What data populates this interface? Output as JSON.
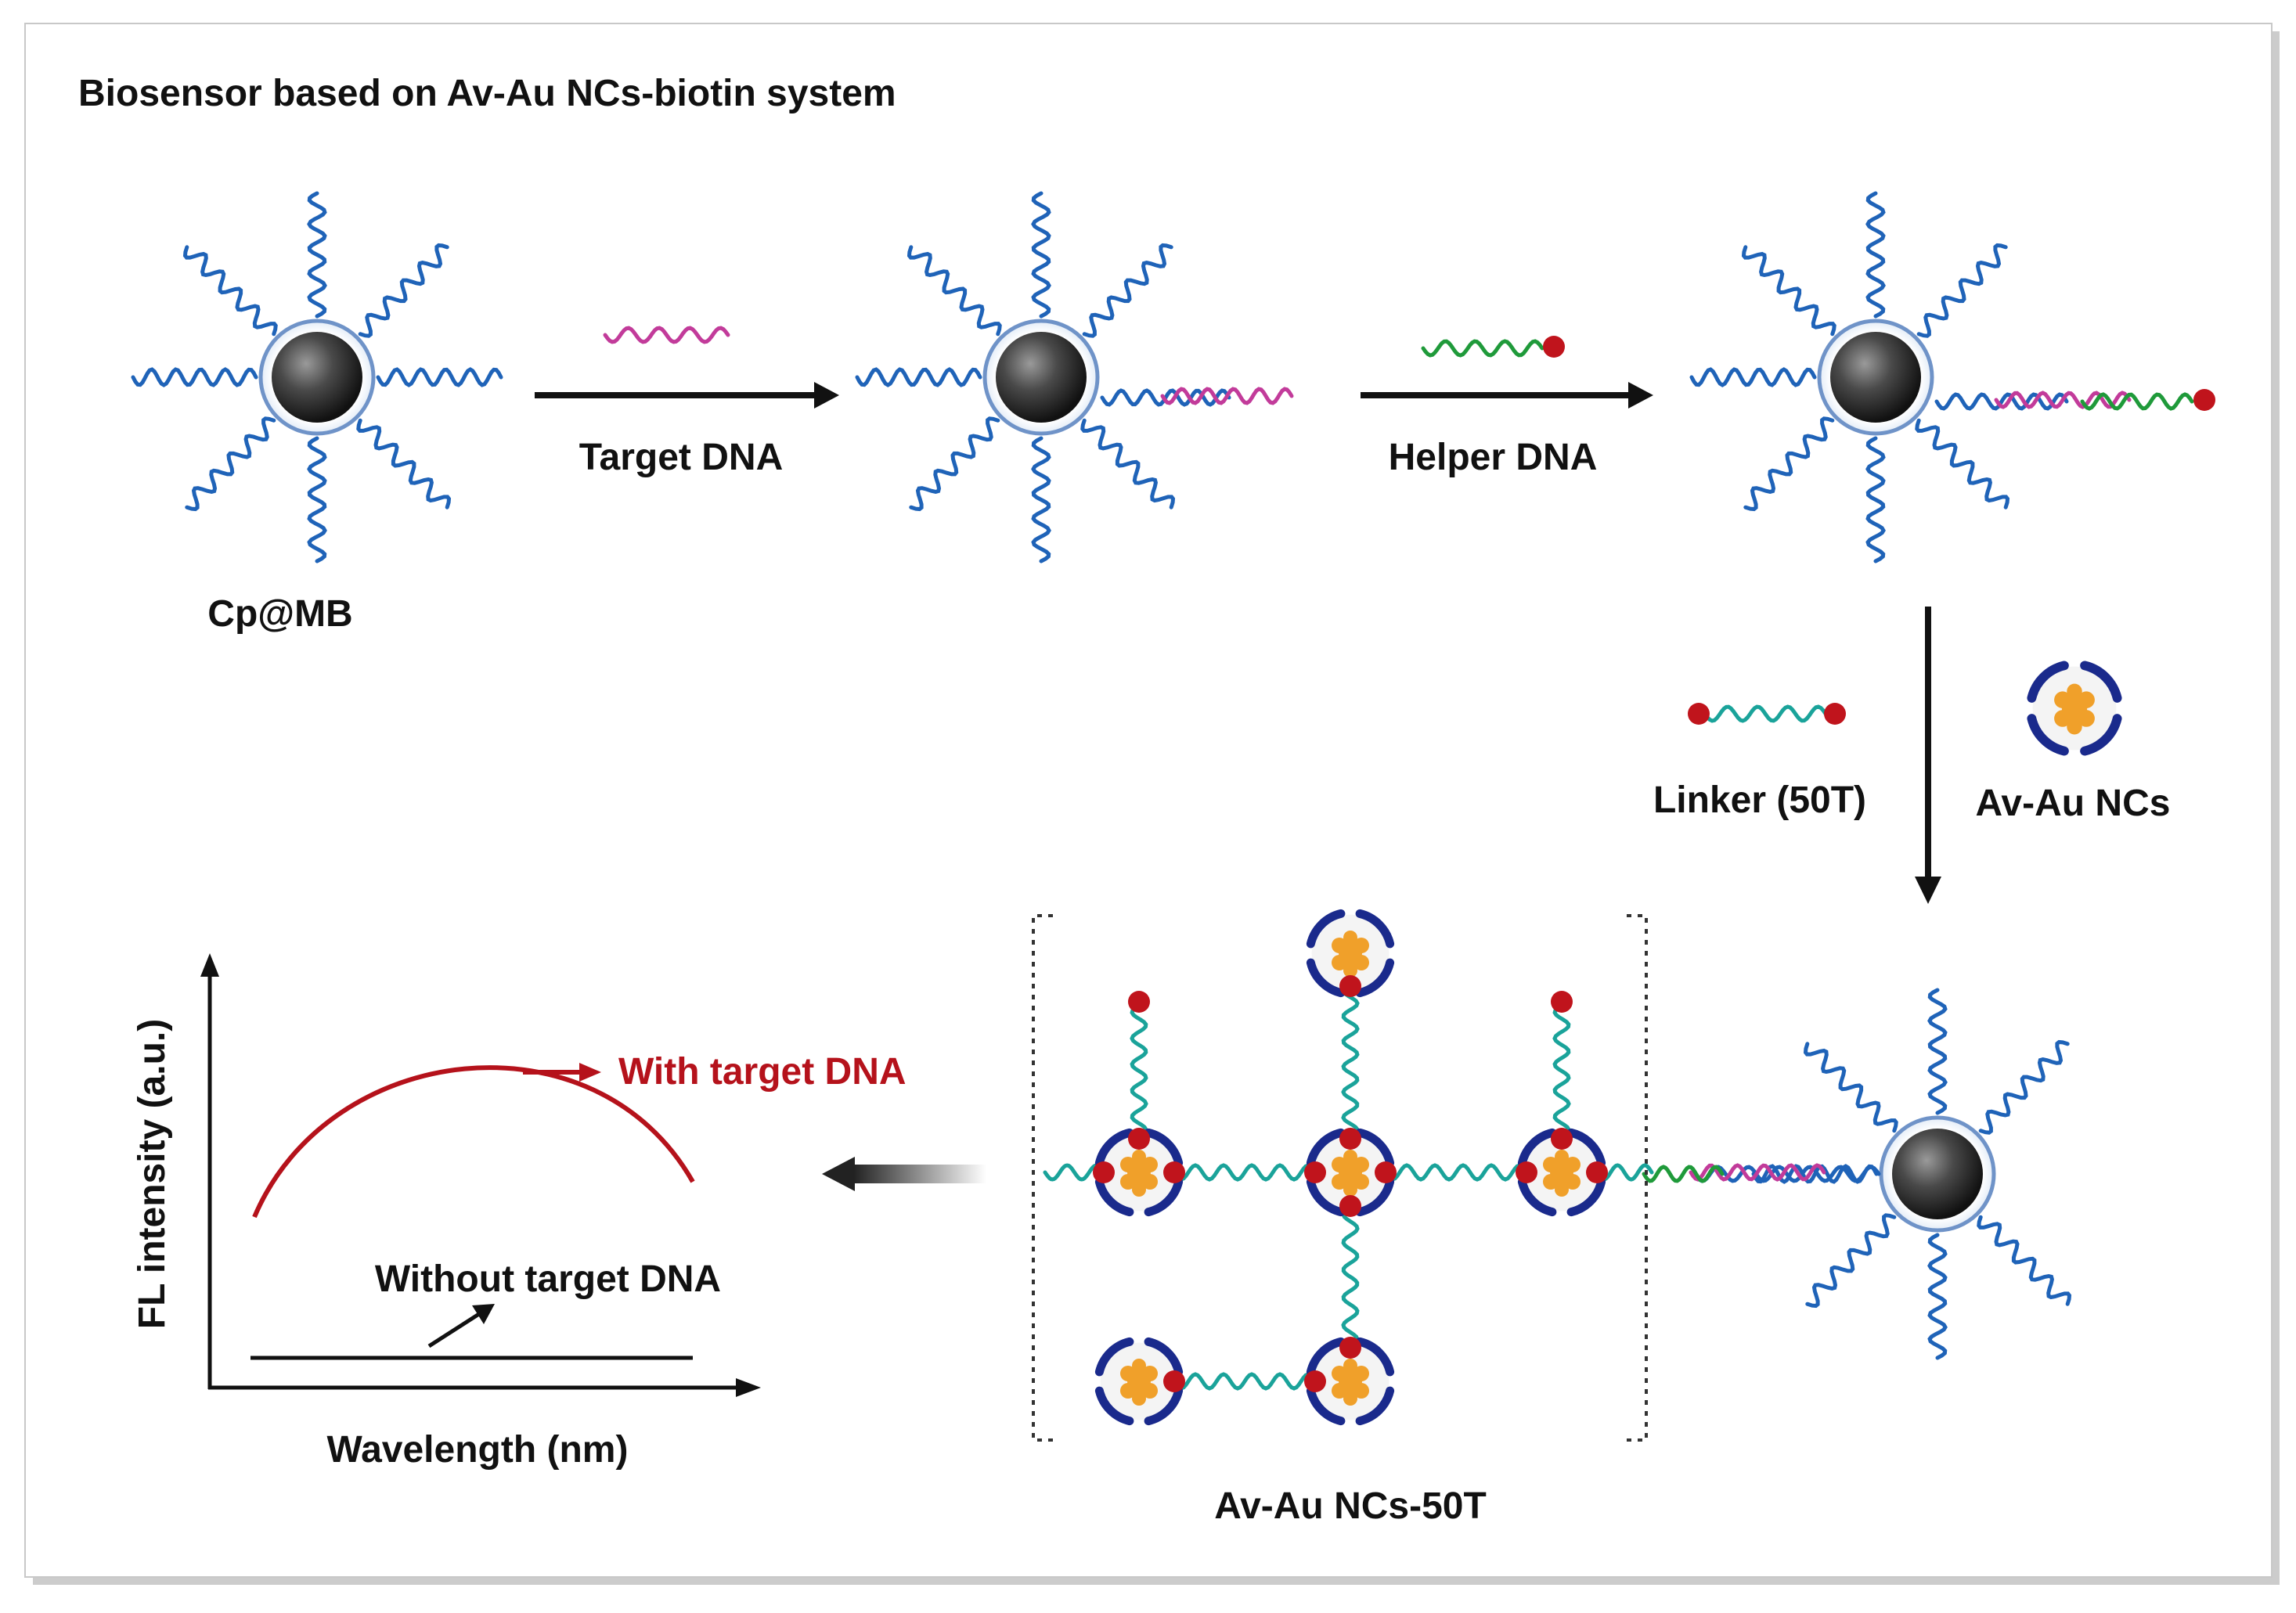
{
  "title": "Biosensor based on Av-Au NCs-biotin system",
  "labels": {
    "cp_mb": "Cp@MB",
    "target_dna": "Target DNA",
    "helper_dna": "Helper DNA",
    "linker": "Linker (50T)",
    "av_au_ncs": "Av-Au NCs",
    "av_au_ncs_50t": "Av-Au NCs-50T"
  },
  "plot": {
    "ylabel": "FL intensity (a.u.)",
    "xlabel": "Wavelength (nm)",
    "with_target": "With target DNA",
    "without_target": "Without target DNA"
  },
  "colors": {
    "probe_strand": "#1f63b8",
    "target_strand": "#c23b9a",
    "helper_strand": "#1f9a3a",
    "linker_strand": "#1aa39a",
    "biotin": "#c0141c",
    "avidin": "#1a2a8c",
    "gold_cluster": "#f0a02a",
    "bead": "#333333",
    "with_target_curve": "#b5121b",
    "frame_shadow": "#bbbbbb"
  }
}
